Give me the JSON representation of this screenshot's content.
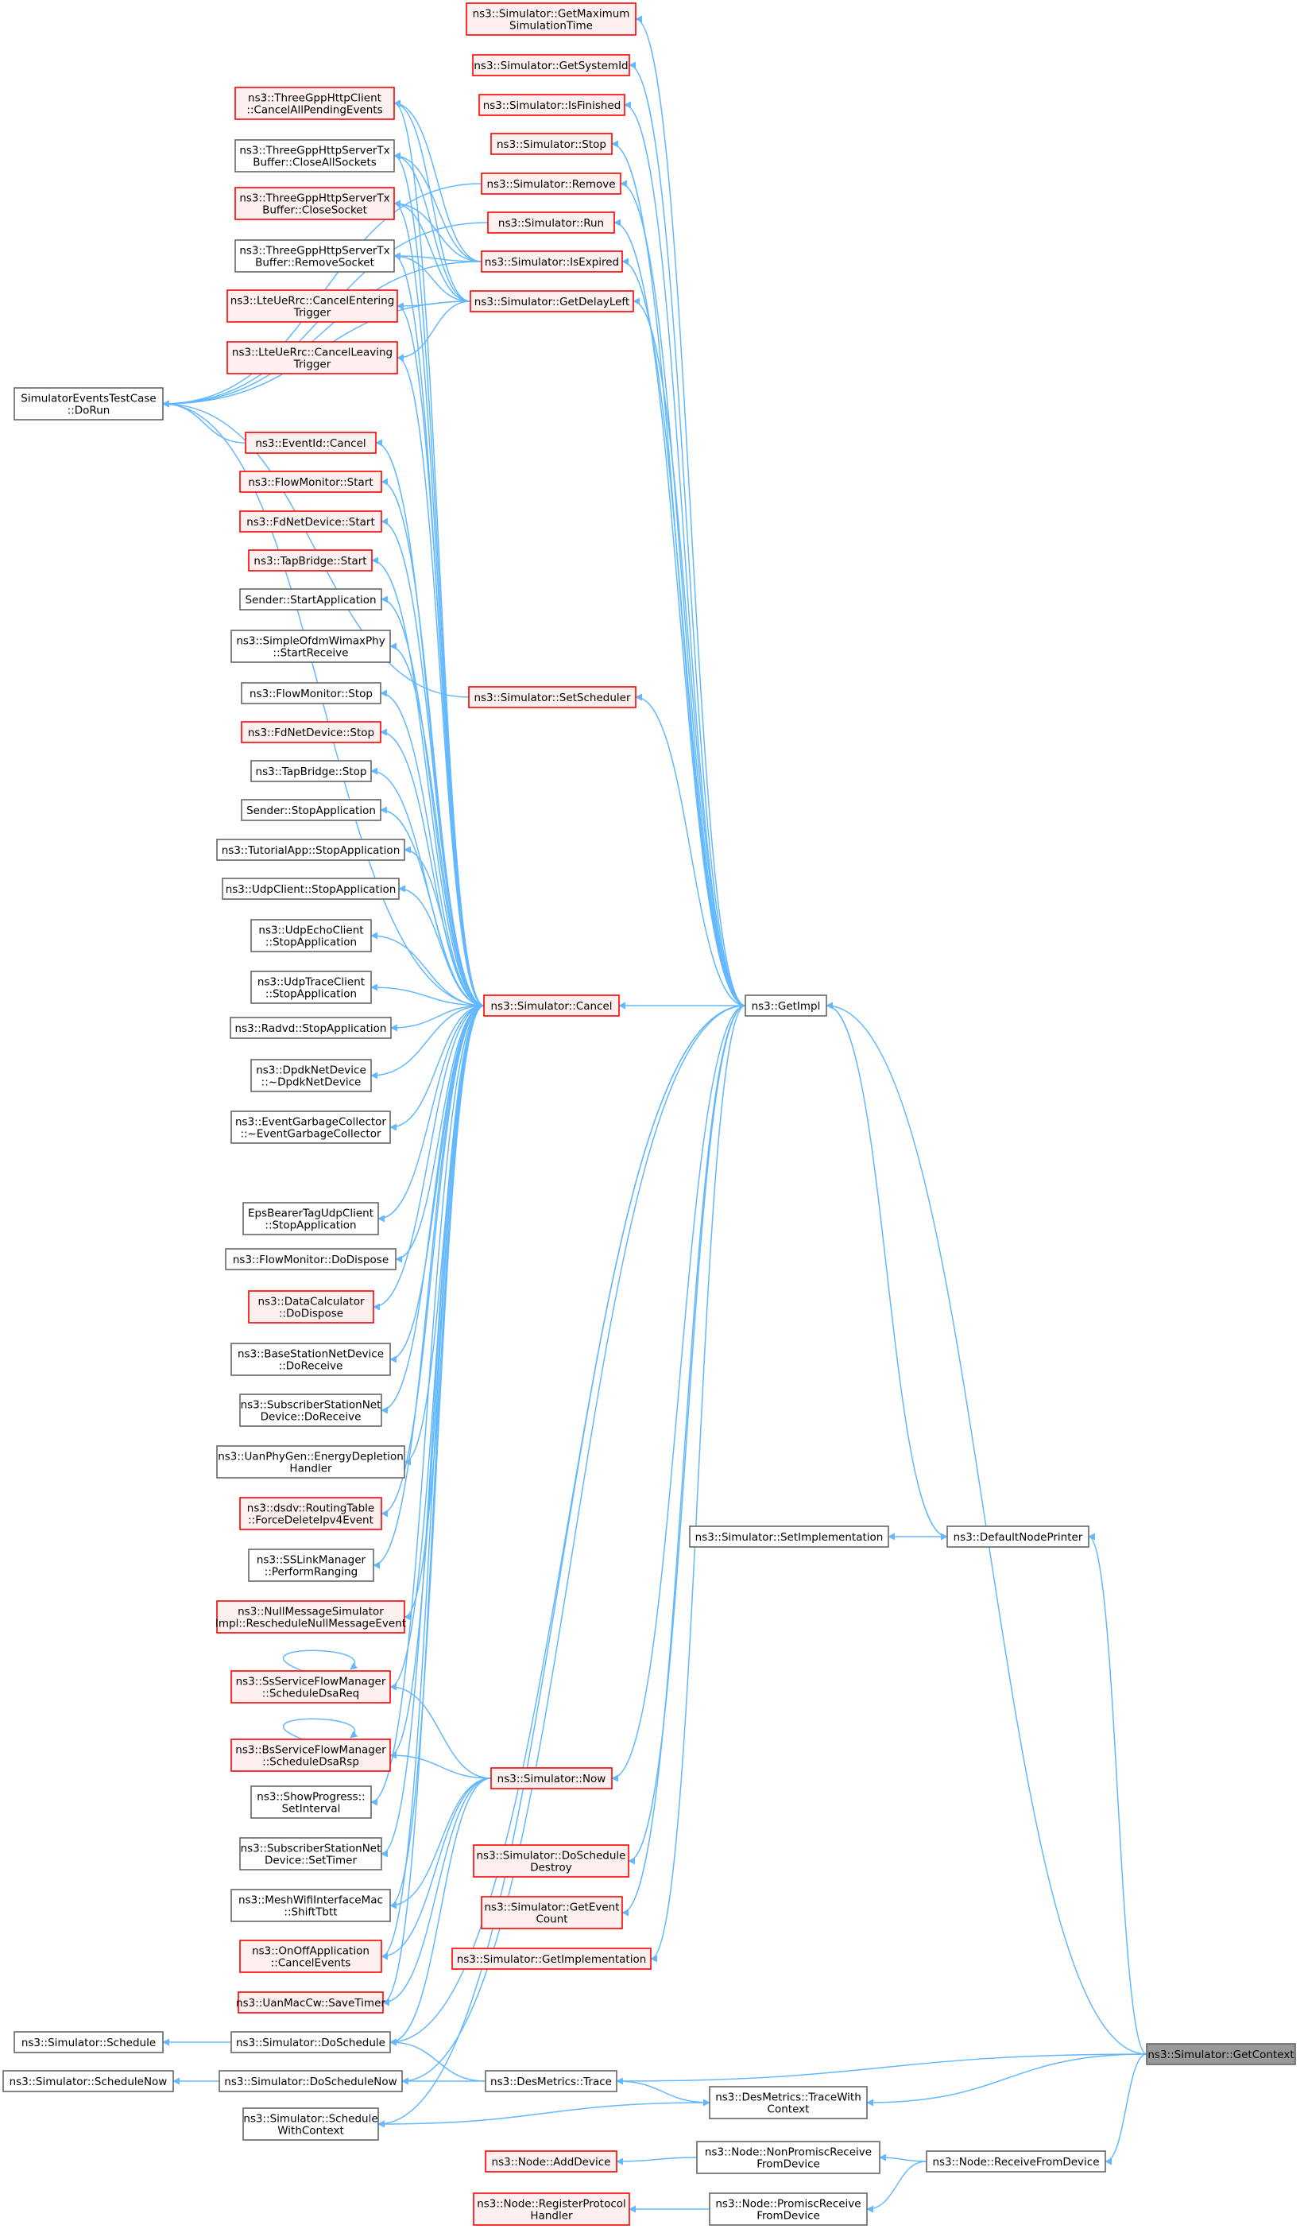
{
  "diagram": {
    "colors": {
      "edge": "#63b8ff",
      "plain_border": "#666666",
      "plain_fill": "#ffffff",
      "partial_border": "#ff0000",
      "partial_fill": "#fff0f0",
      "focus_border": "#666666",
      "focus_fill": "#999999"
    },
    "nodes": [
      {
        "id": "getContext",
        "lines": [
          "ns3::Simulator::GetContext"
        ],
        "style": "focus"
      },
      {
        "id": "getImpl",
        "lines": [
          "ns3::GetImpl"
        ],
        "style": "plain"
      },
      {
        "id": "cancel",
        "lines": [
          "ns3::Simulator::Cancel"
        ],
        "style": "partial"
      },
      {
        "id": "getMaxSimTime",
        "lines": [
          "ns3::Simulator::GetMaximum",
          "SimulationTime"
        ],
        "style": "partial"
      },
      {
        "id": "getSystemId",
        "lines": [
          "ns3::Simulator::GetSystemId"
        ],
        "style": "partial"
      },
      {
        "id": "isFinished",
        "lines": [
          "ns3::Simulator::IsFinished"
        ],
        "style": "partial"
      },
      {
        "id": "stop",
        "lines": [
          "ns3::Simulator::Stop"
        ],
        "style": "partial"
      },
      {
        "id": "remove",
        "lines": [
          "ns3::Simulator::Remove"
        ],
        "style": "partial"
      },
      {
        "id": "run",
        "lines": [
          "ns3::Simulator::Run"
        ],
        "style": "partial"
      },
      {
        "id": "isExpired",
        "lines": [
          "ns3::Simulator::IsExpired"
        ],
        "style": "partial"
      },
      {
        "id": "getDelayLeft",
        "lines": [
          "ns3::Simulator::GetDelayLeft"
        ],
        "style": "partial"
      },
      {
        "id": "setScheduler",
        "lines": [
          "ns3::Simulator::SetScheduler"
        ],
        "style": "partial"
      },
      {
        "id": "httpClientCancel",
        "lines": [
          "ns3::ThreeGppHttpClient",
          "::CancelAllPendingEvents"
        ],
        "style": "partial"
      },
      {
        "id": "httpServerCloseAll",
        "lines": [
          "ns3::ThreeGppHttpServerTx",
          "Buffer::CloseAllSockets"
        ],
        "style": "plain"
      },
      {
        "id": "httpServerClose",
        "lines": [
          "ns3::ThreeGppHttpServerTx",
          "Buffer::CloseSocket"
        ],
        "style": "partial"
      },
      {
        "id": "httpServerRemove",
        "lines": [
          "ns3::ThreeGppHttpServerTx",
          "Buffer::RemoveSocket"
        ],
        "style": "plain"
      },
      {
        "id": "lteEntering",
        "lines": [
          "ns3::LteUeRrc::CancelEntering",
          "Trigger"
        ],
        "style": "partial"
      },
      {
        "id": "lteLeaving",
        "lines": [
          "ns3::LteUeRrc::CancelLeaving",
          "Trigger"
        ],
        "style": "partial"
      },
      {
        "id": "doRun",
        "lines": [
          "SimulatorEventsTestCase",
          "::DoRun"
        ],
        "style": "plain"
      },
      {
        "id": "eventIdCancel",
        "lines": [
          "ns3::EventId::Cancel"
        ],
        "style": "partial"
      },
      {
        "id": "fmStart",
        "lines": [
          "ns3::FlowMonitor::Start"
        ],
        "style": "partial"
      },
      {
        "id": "fdStart",
        "lines": [
          "ns3::FdNetDevice::Start"
        ],
        "style": "partial"
      },
      {
        "id": "tapStart",
        "lines": [
          "ns3::TapBridge::Start"
        ],
        "style": "partial"
      },
      {
        "id": "senderStart",
        "lines": [
          "Sender::StartApplication"
        ],
        "style": "plain"
      },
      {
        "id": "ofdmStartReceive",
        "lines": [
          "ns3::SimpleOfdmWimaxPhy",
          "::StartReceive"
        ],
        "style": "plain"
      },
      {
        "id": "fmStop",
        "lines": [
          "ns3::FlowMonitor::Stop"
        ],
        "style": "plain"
      },
      {
        "id": "fdStop",
        "lines": [
          "ns3::FdNetDevice::Stop"
        ],
        "style": "partial"
      },
      {
        "id": "tapStop",
        "lines": [
          "ns3::TapBridge::Stop"
        ],
        "style": "plain"
      },
      {
        "id": "senderStop",
        "lines": [
          "Sender::StopApplication"
        ],
        "style": "plain"
      },
      {
        "id": "tutorialStop",
        "lines": [
          "ns3::TutorialApp::StopApplication"
        ],
        "style": "plain"
      },
      {
        "id": "udpClientStop",
        "lines": [
          "ns3::UdpClient::StopApplication"
        ],
        "style": "plain"
      },
      {
        "id": "udpEchoStop",
        "lines": [
          "ns3::UdpEchoClient",
          "::StopApplication"
        ],
        "style": "plain"
      },
      {
        "id": "udpTraceStop",
        "lines": [
          "ns3::UdpTraceClient",
          "::StopApplication"
        ],
        "style": "plain"
      },
      {
        "id": "radvdStop",
        "lines": [
          "ns3::Radvd::StopApplication"
        ],
        "style": "plain"
      },
      {
        "id": "dpdkDtor",
        "lines": [
          "ns3::DpdkNetDevice",
          "::~DpdkNetDevice"
        ],
        "style": "plain"
      },
      {
        "id": "egcDtor",
        "lines": [
          "ns3::EventGarbageCollector",
          "::~EventGarbageCollector"
        ],
        "style": "plain"
      },
      {
        "id": "epsStop",
        "lines": [
          "EpsBearerTagUdpClient",
          "::StopApplication"
        ],
        "style": "plain"
      },
      {
        "id": "fmDispose",
        "lines": [
          "ns3::FlowMonitor::DoDispose"
        ],
        "style": "plain"
      },
      {
        "id": "dcDispose",
        "lines": [
          "ns3::DataCalculator",
          "::DoDispose"
        ],
        "style": "partial"
      },
      {
        "id": "bsReceive",
        "lines": [
          "ns3::BaseStationNetDevice",
          "::DoReceive"
        ],
        "style": "plain"
      },
      {
        "id": "ssReceive",
        "lines": [
          "ns3::SubscriberStationNet",
          "Device::DoReceive"
        ],
        "style": "plain"
      },
      {
        "id": "uanEnergy",
        "lines": [
          "ns3::UanPhyGen::EnergyDepletion",
          "Handler"
        ],
        "style": "plain"
      },
      {
        "id": "dsdvDelete",
        "lines": [
          "ns3::dsdv::RoutingTable",
          "::ForceDeleteIpv4Event"
        ],
        "style": "partial"
      },
      {
        "id": "ssRanging",
        "lines": [
          "ns3::SSLinkManager",
          "::PerformRanging"
        ],
        "style": "plain"
      },
      {
        "id": "nullMsg",
        "lines": [
          "ns3::NullMessageSimulator",
          "Impl::RescheduleNullMessageEvent"
        ],
        "style": "partial"
      },
      {
        "id": "ssDsaReq",
        "lines": [
          "ns3::SsServiceFlowManager",
          "::ScheduleDsaReq"
        ],
        "style": "partial"
      },
      {
        "id": "bsDsaRsp",
        "lines": [
          "ns3::BsServiceFlowManager",
          "::ScheduleDsaRsp"
        ],
        "style": "partial"
      },
      {
        "id": "showProgress",
        "lines": [
          "ns3::ShowProgress::",
          "SetInterval"
        ],
        "style": "plain"
      },
      {
        "id": "ssSetTimer",
        "lines": [
          "ns3::SubscriberStationNet",
          "Device::SetTimer"
        ],
        "style": "plain"
      },
      {
        "id": "meshShift",
        "lines": [
          "ns3::MeshWifiInterfaceMac",
          "::ShiftTbtt"
        ],
        "style": "plain"
      },
      {
        "id": "onoffCancel",
        "lines": [
          "ns3::OnOffApplication",
          "::CancelEvents"
        ],
        "style": "partial"
      },
      {
        "id": "uanSaveTimer",
        "lines": [
          "ns3::UanMacCw::SaveTimer"
        ],
        "style": "partial"
      },
      {
        "id": "doSchedule",
        "lines": [
          "ns3::Simulator::DoSchedule"
        ],
        "style": "plain"
      },
      {
        "id": "schedule",
        "lines": [
          "ns3::Simulator::Schedule"
        ],
        "style": "plain"
      },
      {
        "id": "doScheduleNow",
        "lines": [
          "ns3::Simulator::DoScheduleNow"
        ],
        "style": "plain"
      },
      {
        "id": "scheduleNow",
        "lines": [
          "ns3::Simulator::ScheduleNow"
        ],
        "style": "plain"
      },
      {
        "id": "scheduleCtx",
        "lines": [
          "ns3::Simulator::Schedule",
          "WithContext"
        ],
        "style": "plain"
      },
      {
        "id": "now",
        "lines": [
          "ns3::Simulator::Now"
        ],
        "style": "partial"
      },
      {
        "id": "doScheduleDestroy",
        "lines": [
          "ns3::Simulator::DoSchedule",
          "Destroy"
        ],
        "style": "partial"
      },
      {
        "id": "getEventCount",
        "lines": [
          "ns3::Simulator::GetEvent",
          "Count"
        ],
        "style": "partial"
      },
      {
        "id": "getImplementation",
        "lines": [
          "ns3::Simulator::GetImplementation"
        ],
        "style": "partial"
      },
      {
        "id": "setImplementation",
        "lines": [
          "ns3::Simulator::SetImplementation"
        ],
        "style": "plain"
      },
      {
        "id": "defaultNodePrinter",
        "lines": [
          "ns3::DefaultNodePrinter"
        ],
        "style": "plain"
      },
      {
        "id": "desTrace",
        "lines": [
          "ns3::DesMetrics::Trace"
        ],
        "style": "plain"
      },
      {
        "id": "desTraceCtx",
        "lines": [
          "ns3::DesMetrics::TraceWith",
          "Context"
        ],
        "style": "plain"
      },
      {
        "id": "nodeAddDevice",
        "lines": [
          "ns3::Node::AddDevice"
        ],
        "style": "partial"
      },
      {
        "id": "nodeNonPromisc",
        "lines": [
          "ns3::Node::NonPromiscReceive",
          "FromDevice"
        ],
        "style": "plain"
      },
      {
        "id": "nodeReceive",
        "lines": [
          "ns3::Node::ReceiveFromDevice"
        ],
        "style": "plain"
      },
      {
        "id": "nodeRegister",
        "lines": [
          "ns3::Node::RegisterProtocol",
          "Handler"
        ],
        "style": "partial"
      },
      {
        "id": "nodePromisc",
        "lines": [
          "ns3::Node::PromiscReceive",
          "FromDevice"
        ],
        "style": "plain"
      }
    ],
    "edges": [
      [
        "getImpl",
        "getContext"
      ],
      [
        "cancel",
        "getImpl"
      ],
      [
        "getMaxSimTime",
        "getImpl"
      ],
      [
        "getSystemId",
        "getImpl"
      ],
      [
        "isFinished",
        "getImpl"
      ],
      [
        "stop",
        "getImpl"
      ],
      [
        "remove",
        "getImpl"
      ],
      [
        "run",
        "getImpl"
      ],
      [
        "isExpired",
        "getImpl"
      ],
      [
        "getDelayLeft",
        "getImpl"
      ],
      [
        "setScheduler",
        "getImpl"
      ],
      [
        "now",
        "getImpl"
      ],
      [
        "doScheduleDestroy",
        "getImpl"
      ],
      [
        "getEventCount",
        "getImpl"
      ],
      [
        "getImplementation",
        "getImpl"
      ],
      [
        "defaultNodePrinter",
        "getImpl"
      ],
      [
        "doSchedule",
        "getImpl"
      ],
      [
        "doScheduleNow",
        "getImpl"
      ],
      [
        "scheduleCtx",
        "getImpl"
      ],
      [
        "httpClientCancel",
        "cancel"
      ],
      [
        "httpServerCloseAll",
        "cancel"
      ],
      [
        "httpServerClose",
        "cancel"
      ],
      [
        "httpServerRemove",
        "cancel"
      ],
      [
        "lteEntering",
        "cancel"
      ],
      [
        "lteLeaving",
        "cancel"
      ],
      [
        "doRun",
        "cancel"
      ],
      [
        "eventIdCancel",
        "cancel"
      ],
      [
        "fmStart",
        "cancel"
      ],
      [
        "fdStart",
        "cancel"
      ],
      [
        "tapStart",
        "cancel"
      ],
      [
        "senderStart",
        "cancel"
      ],
      [
        "ofdmStartReceive",
        "cancel"
      ],
      [
        "fmStop",
        "cancel"
      ],
      [
        "fdStop",
        "cancel"
      ],
      [
        "tapStop",
        "cancel"
      ],
      [
        "senderStop",
        "cancel"
      ],
      [
        "tutorialStop",
        "cancel"
      ],
      [
        "udpClientStop",
        "cancel"
      ],
      [
        "udpEchoStop",
        "cancel"
      ],
      [
        "udpTraceStop",
        "cancel"
      ],
      [
        "radvdStop",
        "cancel"
      ],
      [
        "dpdkDtor",
        "cancel"
      ],
      [
        "egcDtor",
        "cancel"
      ],
      [
        "epsStop",
        "cancel"
      ],
      [
        "fmDispose",
        "cancel"
      ],
      [
        "dcDispose",
        "cancel"
      ],
      [
        "bsReceive",
        "cancel"
      ],
      [
        "ssReceive",
        "cancel"
      ],
      [
        "uanEnergy",
        "cancel"
      ],
      [
        "dsdvDelete",
        "cancel"
      ],
      [
        "ssRanging",
        "cancel"
      ],
      [
        "nullMsg",
        "cancel"
      ],
      [
        "ssDsaReq",
        "cancel"
      ],
      [
        "bsDsaRsp",
        "cancel"
      ],
      [
        "showProgress",
        "cancel"
      ],
      [
        "ssSetTimer",
        "cancel"
      ],
      [
        "meshShift",
        "cancel"
      ],
      [
        "onoffCancel",
        "cancel"
      ],
      [
        "uanSaveTimer",
        "cancel"
      ],
      [
        "doRun",
        "remove"
      ],
      [
        "doRun",
        "run"
      ],
      [
        "doRun",
        "isExpired"
      ],
      [
        "doRun",
        "getDelayLeft"
      ],
      [
        "doRun",
        "setScheduler"
      ],
      [
        "doRun",
        "eventIdCancel"
      ],
      [
        "httpClientCancel",
        "isExpired"
      ],
      [
        "httpServerCloseAll",
        "isExpired"
      ],
      [
        "httpServerClose",
        "isExpired"
      ],
      [
        "httpServerRemove",
        "isExpired"
      ],
      [
        "httpClientCancel",
        "getDelayLeft"
      ],
      [
        "httpServerCloseAll",
        "getDelayLeft"
      ],
      [
        "httpServerClose",
        "getDelayLeft"
      ],
      [
        "httpServerRemove",
        "getDelayLeft"
      ],
      [
        "lteEntering",
        "getDelayLeft"
      ],
      [
        "lteLeaving",
        "getDelayLeft"
      ],
      [
        "ssDsaReq",
        "ssDsaReq"
      ],
      [
        "bsDsaRsp",
        "bsDsaRsp"
      ],
      [
        "ssDsaReq",
        "now"
      ],
      [
        "bsDsaRsp",
        "now"
      ],
      [
        "meshShift",
        "now"
      ],
      [
        "onoffCancel",
        "now"
      ],
      [
        "uanSaveTimer",
        "now"
      ],
      [
        "doSchedule",
        "now"
      ],
      [
        "schedule",
        "doSchedule"
      ],
      [
        "scheduleNow",
        "doScheduleNow"
      ],
      [
        "doSchedule",
        "desTrace"
      ],
      [
        "doScheduleNow",
        "desTrace"
      ],
      [
        "scheduleCtx",
        "desTraceCtx"
      ],
      [
        "desTrace",
        "getContext"
      ],
      [
        "desTraceCtx",
        "desTrace"
      ],
      [
        "desTraceCtx",
        "getContext"
      ],
      [
        "setImplementation",
        "defaultNodePrinter"
      ],
      [
        "defaultNodePrinter",
        "getContext"
      ],
      [
        "nodeReceive",
        "getContext"
      ],
      [
        "nodeNonPromisc",
        "nodeReceive"
      ],
      [
        "nodePromisc",
        "nodeReceive"
      ],
      [
        "nodeAddDevice",
        "nodeNonPromisc"
      ],
      [
        "nodeRegister",
        "nodePromisc"
      ]
    ]
  }
}
